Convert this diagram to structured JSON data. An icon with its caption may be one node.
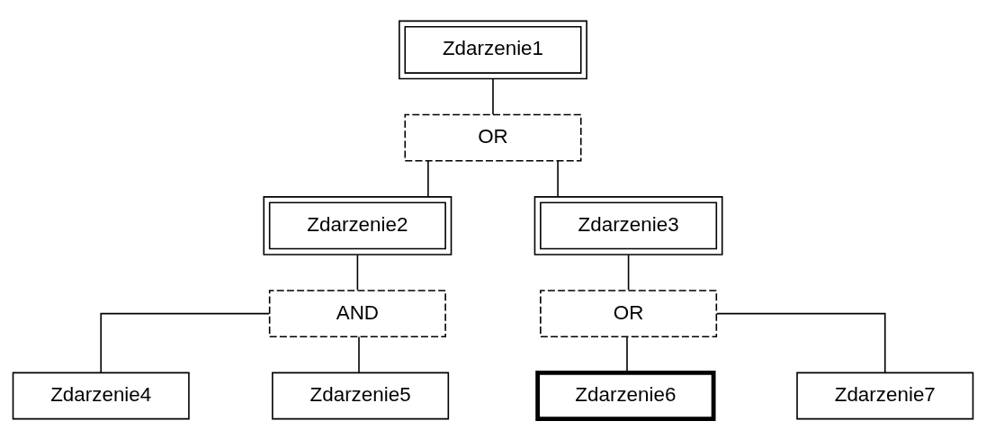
{
  "diagram": {
    "nodes": [
      {
        "text": [
          "Zdarzenie1"
        ]
      },
      {
        "text": [
          "OR"
        ]
      },
      {
        "text": [
          "Zdarzenie2"
        ]
      },
      {
        "text": [
          "Zdarzenie3"
        ]
      },
      {
        "text": [
          "AND"
        ]
      },
      {
        "text": [
          "OR"
        ]
      },
      {
        "text": [
          "Zdarzenie4"
        ]
      },
      {
        "text": [
          "Zdarzenie5"
        ]
      },
      {
        "text": [
          "Zdarzenie6"
        ]
      },
      {
        "text": [
          "Zdarzenie7"
        ]
      }
    ],
    "edges": [
      {
        "from": 0,
        "to": 1,
        "arrow": "none"
      },
      {
        "from": 1,
        "to": 2,
        "arrow": "none"
      },
      {
        "from": 1,
        "to": 3,
        "arrow": "none"
      },
      {
        "from": 2,
        "to": 4,
        "arrow": "none"
      },
      {
        "from": 3,
        "to": 5,
        "arrow": "none"
      },
      {
        "from": 4,
        "to": 6,
        "arrow": "none"
      },
      {
        "from": 4,
        "to": 7,
        "arrow": "none"
      },
      {
        "from": 5,
        "to": 8,
        "arrow": "none"
      },
      {
        "from": 5,
        "to": 9,
        "arrow": "none"
      }
    ]
  }
}
